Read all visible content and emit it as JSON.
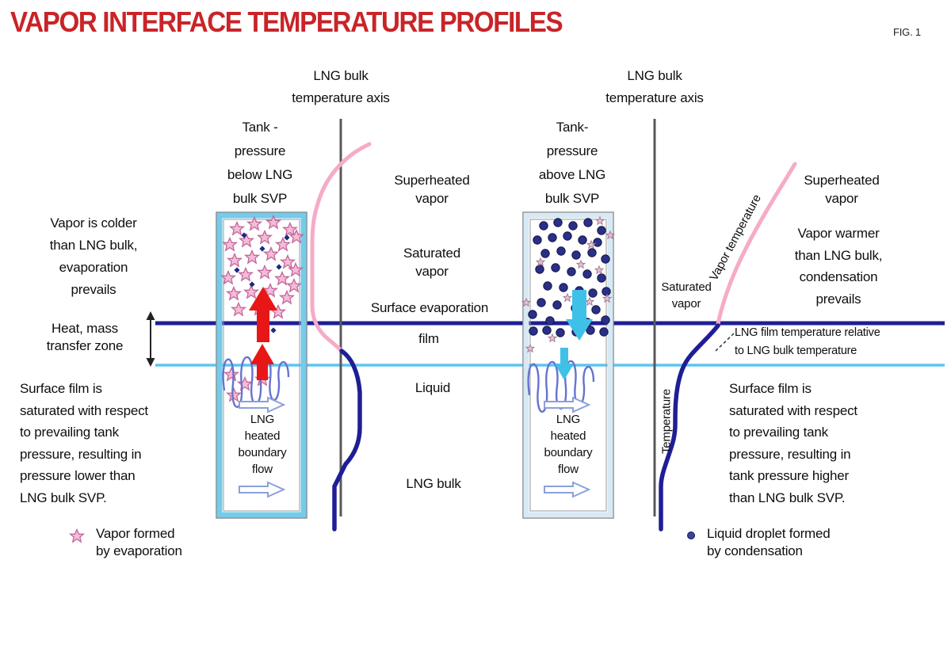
{
  "title": "VAPOR INTERFACE TEMPERATURE PROFILES",
  "figure_label": "FIG. 1",
  "shared": {
    "axis_title": "LNG bulk\ntemperature axis",
    "tank_flow_label": "LNG\nheated\nboundary\nflow"
  },
  "zones": {
    "superheated": "Superheated\nvapor",
    "saturated": "Saturated\nvapor",
    "surface_evaporation": "Surface evaporation",
    "film": "film",
    "liquid": "Liquid",
    "lng_bulk": "LNG bulk"
  },
  "left": {
    "tank_caption": "Tank -\npressure\nbelow LNG\nbulk SVP",
    "note_top": "Vapor is colder\nthan LNG bulk,\nevaporation\nprevails",
    "transfer_zone": "Heat, mass\ntransfer zone",
    "note_bottom": "Surface film is\nsaturated with respect\nto prevailing tank\npressure, resulting in\npressure lower than\nLNG bulk SVP.",
    "legend": "Vapor formed\nby evaporation"
  },
  "right": {
    "tank_caption": "Tank-\npressure\nabove LNG\nbulk SVP",
    "superheated": "Superheated\nvapor",
    "note_top": "Vapor warmer\nthan LNG bulk,\ncondensation\nprevails",
    "saturated": "Saturated\nvapor",
    "vapor_curve_label": "Vapor temperature",
    "temperature_label": "Temperature",
    "film_note": "LNG film temperature relative\nto LNG bulk temperature",
    "note_bottom": "Surface film is\nsaturated with respect\nto prevailing tank\npressure, resulting in\ntank pressure higher\nthan LNG bulk SVP.",
    "legend": "Liquid droplet formed\nby condensation"
  },
  "colors": {
    "title_red": "#c92428",
    "axis_gray": "#58585a",
    "surface_line_navy": "#1e1e96",
    "liquid_line_blue": "#5ec4ef",
    "vapor_curve_pink": "#f6abc8",
    "film_curve_navy": "#1e1e96",
    "tank_border_cyan": "#74cbea",
    "tank_border_light": "#d7e9f4",
    "evaporation_arrow_red": "#e81717",
    "condensation_arrow_cyan": "#3fc0e9",
    "star_pink": "#f4bcd6",
    "droplet_navy": "#2a2f8a",
    "boundary_loop_blue": "#6673cf"
  }
}
